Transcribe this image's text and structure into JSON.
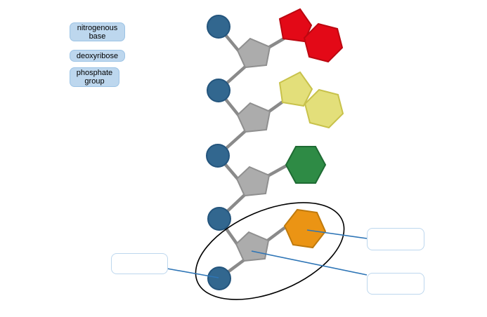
{
  "labels": {
    "nitrogenous_base": "nitrogenous base",
    "deoxyribose": "deoxyribose",
    "phosphate_group": "phosphate group"
  },
  "answers": {
    "left": {
      "value": "",
      "points_to": "bottom phosphate circle"
    },
    "right_top": {
      "value": "",
      "points_to": "orange nitrogenous base"
    },
    "right_bottom": {
      "value": "",
      "points_to": "deoxyribose pentagon"
    }
  },
  "diagram": {
    "strand_units": "5 phosphate circles, 4 deoxyribose pentagons, 4 nitrogenous bases",
    "base_colors_top_to_bottom": [
      "red",
      "yellow",
      "green",
      "orange"
    ],
    "circled_region": "bottom nucleotide (phosphate + deoxyribose + orange base)"
  },
  "colors": {
    "phosphate": "#32678F",
    "phosphate_border": "#24557D",
    "sugar": "#ACACAC",
    "sugar_border": "#8F8F8F",
    "backbone": "#8A8A8A",
    "base_red": "#E30917",
    "base_red_border": "#BC0710",
    "base_yellow": "#E3DF7A",
    "base_yellow_border": "#C8C24B",
    "base_green": "#2E8B45",
    "base_green_border": "#1E6B33",
    "base_orange": "#EB9414",
    "base_orange_border": "#BF7A0D",
    "chip_bg": "#BDD7EE",
    "chip_border": "#9CC3E5",
    "answer_box_border": "#BDD7EE",
    "callout": "#2E75B6",
    "highlight_ellipse": "#000000"
  }
}
